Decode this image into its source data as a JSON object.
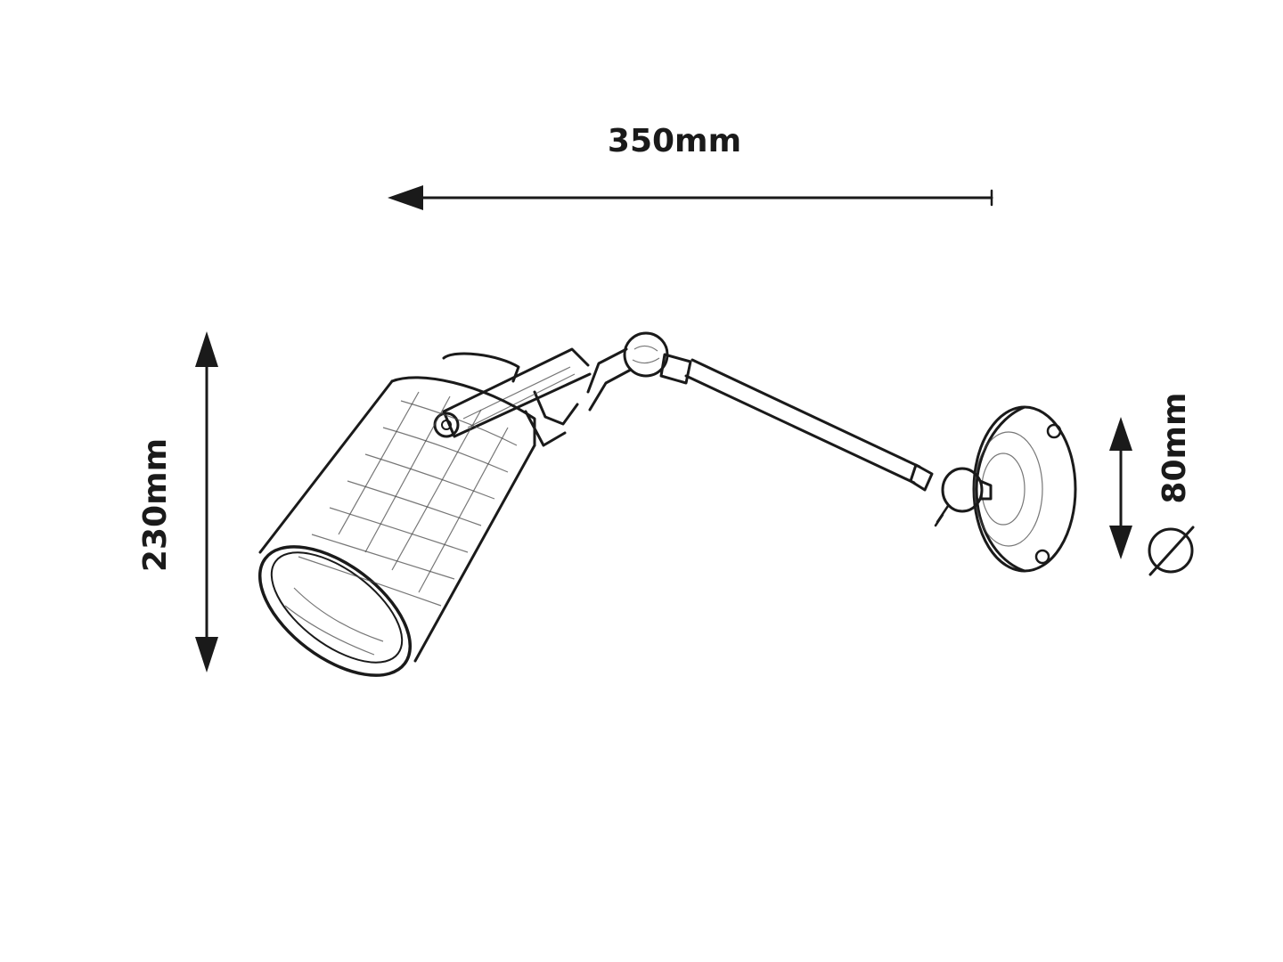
{
  "dimensions": {
    "width_label": "350mm",
    "height_label": "230mm",
    "diameter_label": "80mm",
    "diameter_symbol": "Ø"
  },
  "colors": {
    "line": "#1a1a1a",
    "background": "#ffffff"
  }
}
